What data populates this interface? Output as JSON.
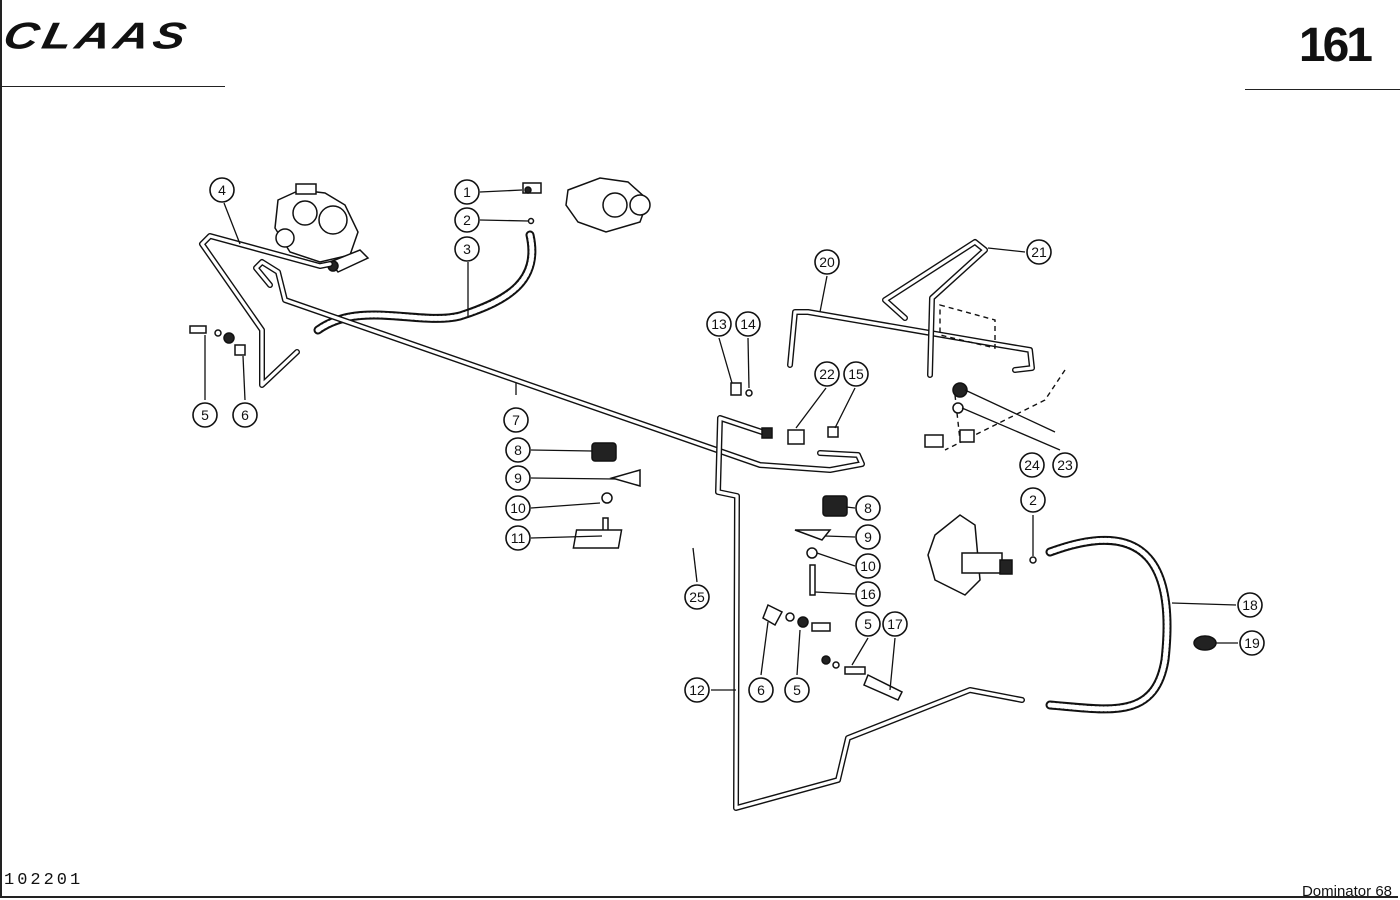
{
  "header": {
    "brand": "CLAAS",
    "page_number": "161"
  },
  "footer": {
    "drawing_id": "102201",
    "model": "Dominator 68"
  },
  "callouts": [
    {
      "label": "1"
    },
    {
      "label": "2"
    },
    {
      "label": "3"
    },
    {
      "label": "4"
    },
    {
      "label": "5"
    },
    {
      "label": "6"
    },
    {
      "label": "7"
    },
    {
      "label": "8"
    },
    {
      "label": "9"
    },
    {
      "label": "10"
    },
    {
      "label": "11"
    },
    {
      "label": "13"
    },
    {
      "label": "14"
    },
    {
      "label": "20"
    },
    {
      "label": "21"
    },
    {
      "label": "22"
    },
    {
      "label": "15"
    },
    {
      "label": "24"
    },
    {
      "label": "23"
    },
    {
      "label": "8"
    },
    {
      "label": "9"
    },
    {
      "label": "10"
    },
    {
      "label": "16"
    },
    {
      "label": "2"
    },
    {
      "label": "25"
    },
    {
      "label": "18"
    },
    {
      "label": "19"
    },
    {
      "label": "5"
    },
    {
      "label": "17"
    },
    {
      "label": "12"
    },
    {
      "label": "6"
    },
    {
      "label": "5"
    }
  ]
}
